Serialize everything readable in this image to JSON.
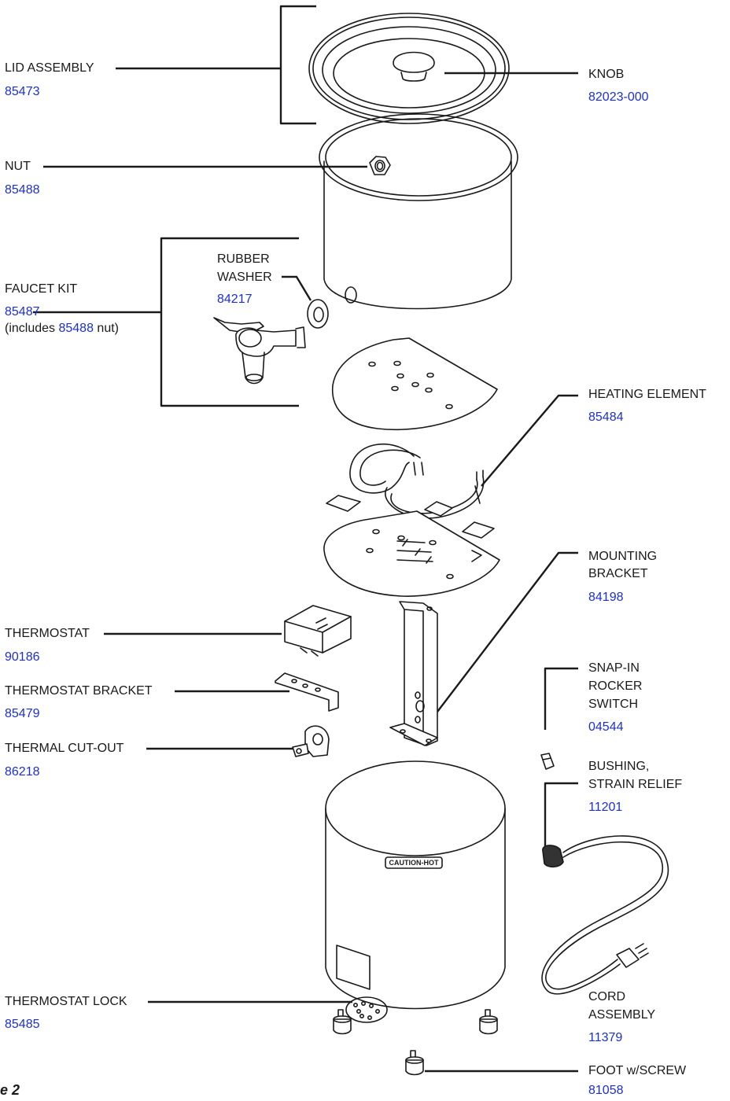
{
  "colors": {
    "text": "#1a1a1a",
    "part_number": "#1c2fd6",
    "line": "#1a1a1a"
  },
  "figure_caption": "e 2",
  "callouts": {
    "lid_assembly": {
      "name": "LID ASSEMBLY",
      "part": "85473"
    },
    "knob": {
      "name": "KNOB",
      "part": "82023-000"
    },
    "nut": {
      "name": "NUT",
      "part": "85488"
    },
    "rubber_washer": {
      "name_line1": "RUBBER",
      "name_line2": "WASHER",
      "part": "84217"
    },
    "faucet_kit": {
      "name": "FAUCET KIT",
      "part": "85487",
      "note_prefix": "(includes ",
      "note_part": "85488",
      "note_suffix": " nut)"
    },
    "heating_element": {
      "name": "HEATING ELEMENT",
      "part": "85484"
    },
    "mounting_bracket": {
      "name_line1": "MOUNTING",
      "name_line2": "BRACKET",
      "part": "84198"
    },
    "thermostat": {
      "name": "THERMOSTAT",
      "part": "90186"
    },
    "thermostat_bracket": {
      "name": "THERMOSTAT BRACKET",
      "part": "85479"
    },
    "thermal_cutout": {
      "name": "THERMAL CUT-OUT",
      "part": "86218"
    },
    "snap_in_switch": {
      "name_line1": "SNAP-IN",
      "name_line2": "ROCKER",
      "name_line3": "SWITCH",
      "part": "04544"
    },
    "bushing": {
      "name_line1": "BUSHING,",
      "name_line2": "STRAIN RELIEF",
      "part": "11201"
    },
    "cord_assembly": {
      "name_line1": "CORD",
      "name_line2": "ASSEMBLY",
      "part": "11379"
    },
    "thermostat_lock": {
      "name": "THERMOSTAT LOCK",
      "part": "85485"
    },
    "foot": {
      "name": "FOOT w/SCREW",
      "part": "81058"
    }
  },
  "housing_label": "CAUTION-HOT"
}
